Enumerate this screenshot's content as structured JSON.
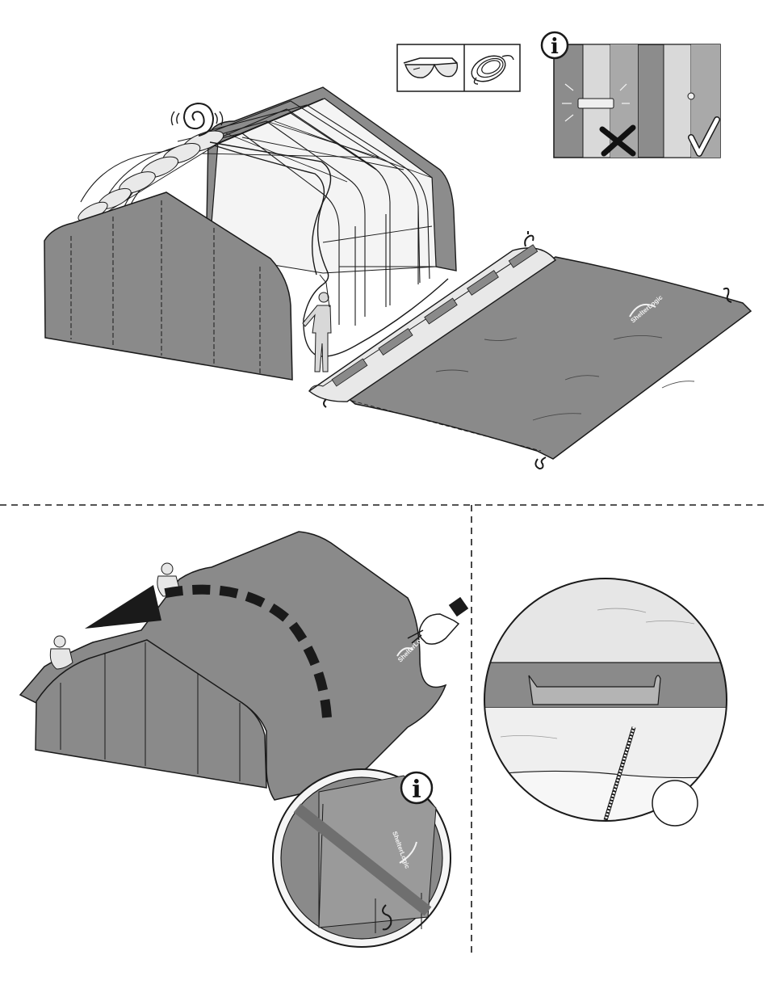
{
  "info_badge": {
    "letter": "i",
    "icon": "info-icon"
  },
  "brand_logo": {
    "text": "ShelterLogic",
    "icon": "brand-logo-icon"
  },
  "tools": [
    {
      "name": "safety-glasses",
      "icon": "safety-glasses-icon"
    },
    {
      "name": "rope",
      "icon": "rope-icon"
    }
  ],
  "pole_check": {
    "wrong_mark": "x-mark-icon",
    "right_mark": "check-mark-icon"
  },
  "colors": {
    "tarp": "#8a8a8a",
    "tarp_dark": "#6f6f6f",
    "outline": "#1a1a1a",
    "frame": "#efefef",
    "light_fabric": "#e9e9e9",
    "arrow": "#1a1a1a"
  }
}
